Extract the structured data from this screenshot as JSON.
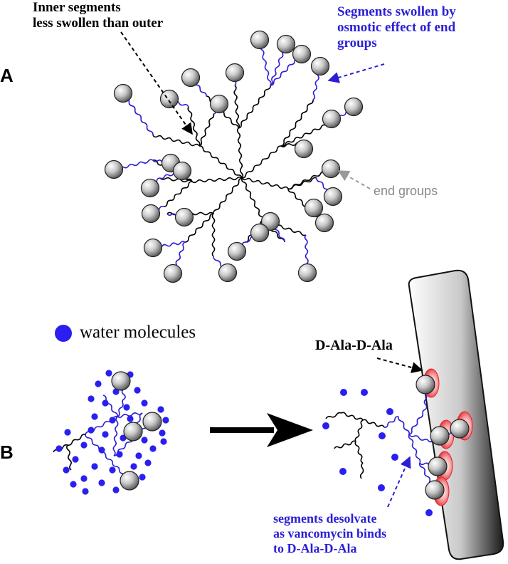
{
  "panels": {
    "a_label": "A",
    "b_label": "B"
  },
  "annotations": {
    "inner_segments": [
      "Inner segments",
      "less swollen than outer"
    ],
    "segments_swollen": [
      "Segments swollen by",
      "osmotic effect of end",
      "groups"
    ],
    "end_groups": "end groups",
    "water_molecules": "water molecules",
    "d_ala": "D-Ala-D-Ala",
    "desolvate": [
      "segments desolvate",
      "as vancomycin binds",
      "to D-Ala-D-Ala"
    ]
  },
  "colors": {
    "inner_chain": "#000000",
    "outer_chain": "#2b1fd6",
    "water": "#2a1ff0",
    "end_group": "#9a9a9a",
    "binding_site": "#e8232f",
    "arrow_gray": "#9a9a9a"
  },
  "icons": {
    "end_group": "gray-sphere",
    "water": "blue-dot",
    "reaction_arrow": "black-right-arrow",
    "surface": "bacterial-cell-wall-bar"
  }
}
